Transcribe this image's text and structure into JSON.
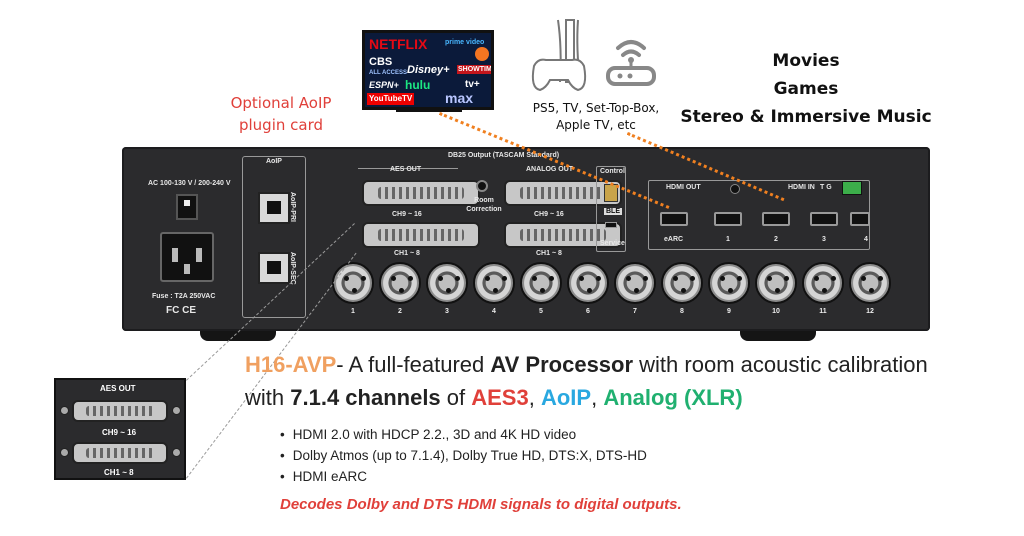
{
  "tv_logos": {
    "netflix": "NETFLIX",
    "prime": "prime video",
    "cbs": "CBS",
    "all_access": "ALL ACCESS",
    "disney": "Disney+",
    "showtime": "SHOWTIME",
    "espn": "ESPN+",
    "hulu": "hulu",
    "appletv": "tv+",
    "youtubetv": "YouTubeTV",
    "max": "max"
  },
  "aoip_note": "Optional AoIP plugin card",
  "devices_caption": "PS5, TV, Set-Top-Box, Apple TV, etc",
  "uses": [
    "Movies",
    "Games",
    "Stereo & Immersive Music"
  ],
  "panel": {
    "power_label": "AC 100-130 V / 200-240 V",
    "fuse_label": "Fuse : T2A 250VAC",
    "aoip_header": "AoIP",
    "aoip_pri": "AoIP-PRI",
    "aoip_sec": "AoIP-SEC",
    "db25_header": "DB25 Output (TASCAM Standard)",
    "aes_out": "AES OUT",
    "analog_out": "ANALOG OUT",
    "ch9_16": "CH9 ~ 16",
    "ch1_8": "CH1 ~ 8",
    "room_correction": "Room Correction",
    "control": "Control",
    "ble": "BLE",
    "service": "Service",
    "hdmi_out": "HDMI OUT",
    "hdmi_in": "HDMI IN",
    "earc": "eARC",
    "hdmi_ports": [
      "1",
      "2",
      "3",
      "4"
    ],
    "tg": "T G",
    "xlr_numbers": [
      "1",
      "2",
      "3",
      "4",
      "5",
      "6",
      "7",
      "8",
      "9",
      "10",
      "11",
      "12"
    ],
    "cert": "FC CE"
  },
  "inset": {
    "title": "AES OUT",
    "ch9_16": "CH9 ~ 16",
    "ch1_8": "CH1 ~ 8"
  },
  "headline": {
    "model": "H16-AVP",
    "dash": "- A full-featured ",
    "av_processor": "AV Processor",
    "rest1": " with room acoustic calibration with ",
    "channels": "7.1.4 channels",
    "of": " of ",
    "aes3": "AES3",
    "comma1": ", ",
    "aoip": "AoIP",
    "comma2": ", ",
    "analog": "Analog (XLR)"
  },
  "bullets": [
    "HDMI 2.0 with HDCP 2.2., 3D and 4K HD video",
    "Dolby Atmos (up to 7.1.4), Dolby True HD, DTS:X, DTS-HD",
    "HDMI eARC"
  ],
  "tagline": "Decodes Dolby and DTS HDMI signals to digital outputs.",
  "colors": {
    "accent_red": "#e0403a",
    "accent_orange": "#f0a060",
    "accent_blue": "#29a8e0",
    "accent_green": "#20b070",
    "chassis": "#2b2b2d"
  }
}
